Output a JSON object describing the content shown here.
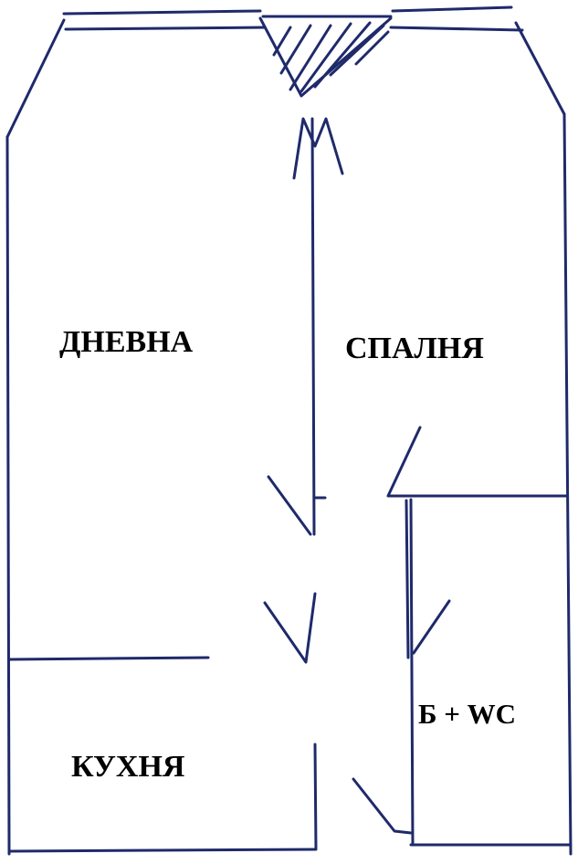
{
  "rooms": {
    "living": {
      "label": "ДНЕВНА"
    },
    "bedroom": {
      "label": "СПАЛНЯ"
    },
    "kitchen": {
      "label": "КУХНЯ"
    },
    "bath": {
      "label": "Б + WC"
    }
  },
  "colors": {
    "ink": "#1f2a6b",
    "label": "#000000",
    "background": "#ffffff"
  }
}
